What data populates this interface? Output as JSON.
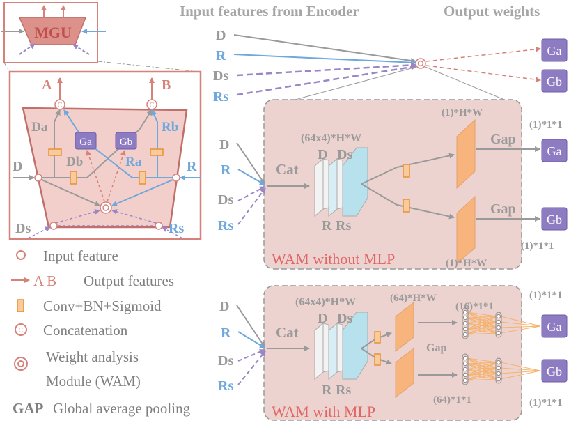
{
  "colors": {
    "gray": "#a0a0a0",
    "blue": "#6fa8dc",
    "purple": "#9a86c6",
    "salmon": "#d6827a",
    "pink_fill": "#f2cfcb",
    "mgu_fill": "#dd918b",
    "module_fill": "#edd3d0",
    "orange": "#f7b57d",
    "orange_dark": "#e69138",
    "box_purple": "#8e7cc3",
    "cyan": "#b7e1ec"
  },
  "header": {
    "input_title": "Input features from Encoder",
    "output_title": "Output weights"
  },
  "mgu": {
    "label": "MGU"
  },
  "detail": {
    "out_a": "A",
    "out_b": "B",
    "da": "Da",
    "rb": "Rb",
    "db": "Db",
    "ra": "Ra",
    "d": "D",
    "r": "R",
    "ds": "Ds",
    "rs": "Rs",
    "ga": "Ga",
    "gb": "Gb",
    "concat_symbol": "C"
  },
  "inputs": {
    "d": "D",
    "r": "R",
    "ds": "Ds",
    "rs": "Rs"
  },
  "outputs": {
    "ga": "Ga",
    "gb": "Gb"
  },
  "wam_no_mlp": {
    "title": "WAM without MLP",
    "cat": "Cat",
    "stack_dims": "(64x4)*H*W",
    "stack_top_d": "D",
    "stack_top_ds": "Ds",
    "stack_bottom_r": "R",
    "stack_bottom_rs": "Rs",
    "map_dims_top": "(1)*H*W",
    "map_dims_bottom": "(1)*H*W",
    "gap_top": "Gap",
    "gap_bottom": "Gap",
    "out_dims_top": "(1)*1*1",
    "out_dims_bottom": "(1)*1*1",
    "ga": "Ga",
    "gb": "Gb"
  },
  "wam_mlp": {
    "title": "WAM with MLP",
    "cat": "Cat",
    "stack_dims": "(64x4)*H*W",
    "stack_top_d": "D",
    "stack_top_ds": "Ds",
    "stack_bottom_r": "R",
    "stack_bottom_rs": "Rs",
    "map_dims": "(64)*H*W",
    "hidden_dims": "(16)*1*1",
    "gap": "Gap",
    "pool_dims": "(64)*1*1",
    "out_dims_top": "(1)*1*1",
    "out_dims_bottom": "(1)*1*1",
    "ga": "Ga",
    "gb": "Gb"
  },
  "legend": {
    "input_feature": "Input feature",
    "output_arrow_letters": "A B",
    "output_features": "Output features",
    "conv": "Conv+BN+Sigmoid",
    "concat_symbol": "C",
    "concatenation": "Concatenation",
    "wam_line1": "Weight analysis",
    "wam_line2": "Module (WAM)",
    "gap_bold": "GAP",
    "gap_text": "Global average pooling"
  }
}
